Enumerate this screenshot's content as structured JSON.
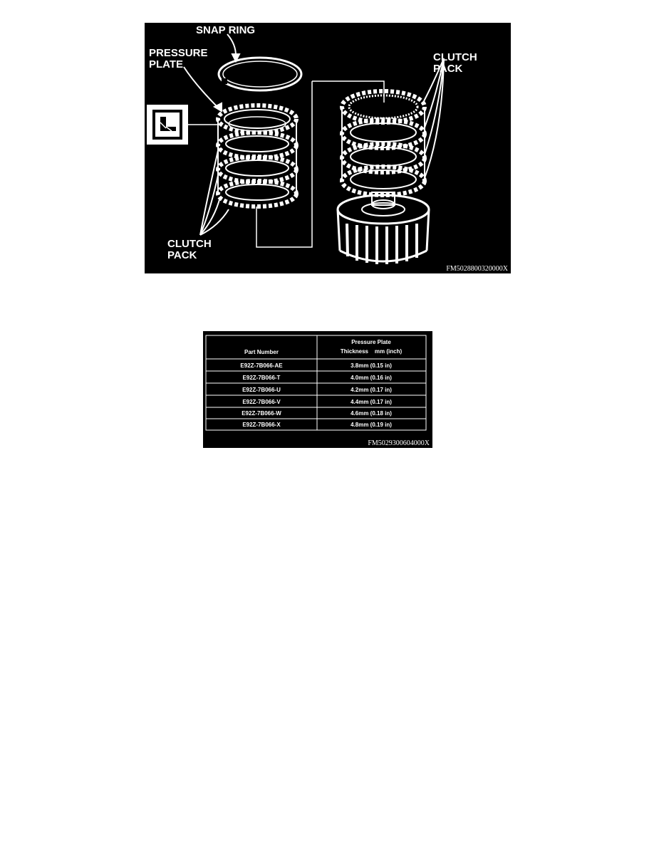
{
  "figure1": {
    "labels": {
      "snap_ring": "SNAP RING",
      "pressure_plate_line1": "PRESSURE",
      "pressure_plate_line2": "PLATE",
      "clutch_pack_right_line1": "CLUTCH",
      "clutch_pack_right_line2": "PACK",
      "clutch_pack_left_line1": "CLUTCH",
      "clutch_pack_left_line2": "PACK"
    },
    "code": "FM5028800320000X"
  },
  "figure2": {
    "table": {
      "header_part": "Part Number",
      "header_thickness_line1": "Pressure Plate",
      "header_thickness_line2": "Thickness    mm (inch)",
      "rows": [
        {
          "part": "E92Z-7B066-AE",
          "thickness": "3.8mm (0.15 in)"
        },
        {
          "part": "E92Z-7B066-T",
          "thickness": "4.0mm (0.16 in)"
        },
        {
          "part": "E92Z-7B066-U",
          "thickness": "4.2mm (0.17 in)"
        },
        {
          "part": "E92Z-7B066-V",
          "thickness": "4.4mm (0.17 in)"
        },
        {
          "part": "E92Z-7B066-W",
          "thickness": "4.6mm (0.18 in)"
        },
        {
          "part": "E92Z-7B066-X",
          "thickness": "4.8mm (0.19 in)"
        }
      ]
    },
    "code": "FM5029300604000X"
  }
}
